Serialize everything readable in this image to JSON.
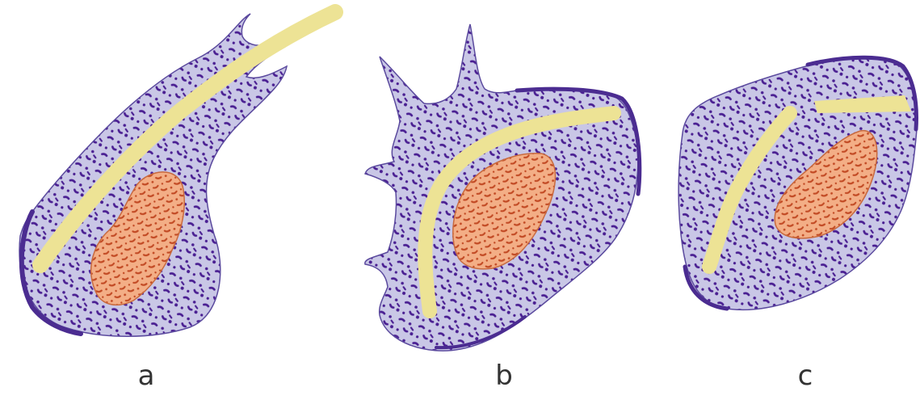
{
  "figure": {
    "panels": [
      {
        "id": "a",
        "label": "a"
      },
      {
        "id": "b",
        "label": "b"
      },
      {
        "id": "c",
        "label": "c"
      }
    ]
  },
  "colors": {
    "cytoplasm": "#c9c7e6",
    "membrane_edge": "#4b2c91",
    "granules": "#4a1f92",
    "fiber": "#ede395",
    "nucleus": "#f3ae86",
    "nucleus_outline": "#c86a3e",
    "chromatin": "#c24a24",
    "label_text": "#333333"
  }
}
